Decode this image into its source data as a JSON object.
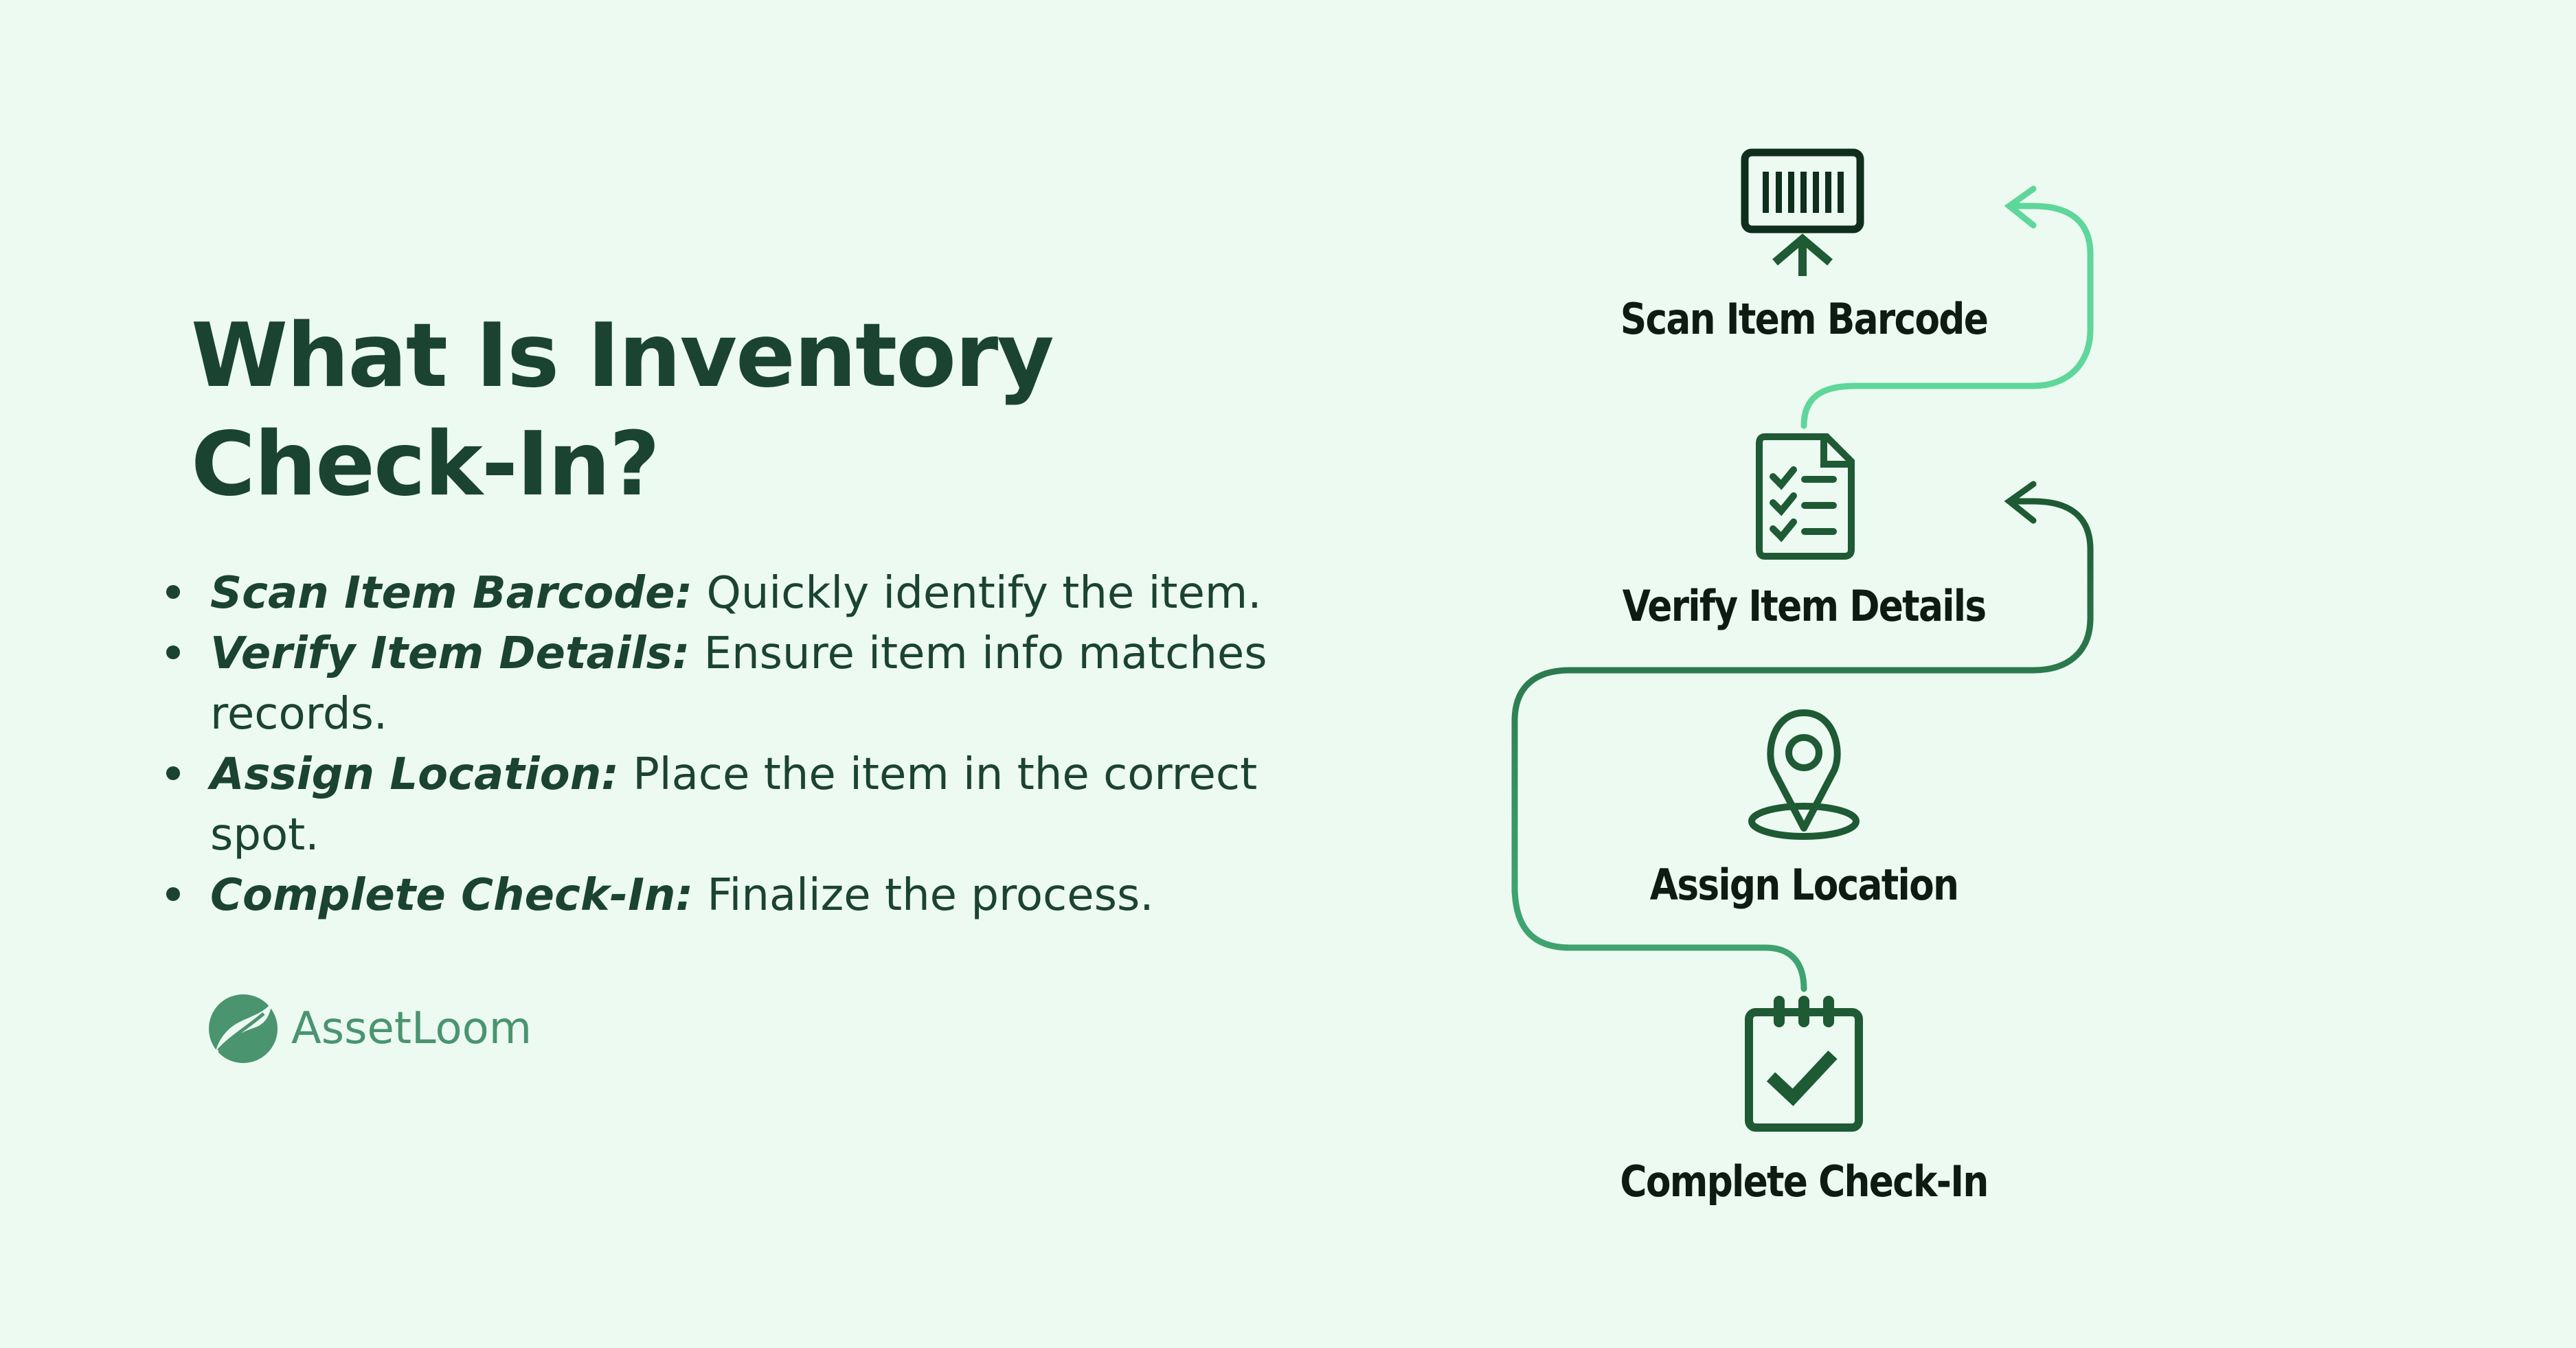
{
  "title": {
    "line1": "What Is Inventory",
    "line2": "Check-In?"
  },
  "bullets": [
    {
      "term": "Scan Item Barcode:",
      "text": " Quickly identify the item."
    },
    {
      "term": "Verify Item Details:",
      "text": " Ensure item info matches records."
    },
    {
      "term": "Assign Location:",
      "text": " Place the item in the correct spot."
    },
    {
      "term": "Complete Check-In:",
      "text": " Finalize the process."
    }
  ],
  "logo": {
    "name": "AssetLoom",
    "icon": "leaf-circle-icon"
  },
  "steps": [
    {
      "label": "Scan Item Barcode",
      "icon": "barcode-scan-icon"
    },
    {
      "label": "Verify Item Details",
      "icon": "checklist-document-icon"
    },
    {
      "label": "Assign Location",
      "icon": "map-pin-icon"
    },
    {
      "label": "Complete Check-In",
      "icon": "checked-notepad-icon"
    }
  ],
  "colors": {
    "background": "#ecfaf2",
    "text_dark": "#1b4332",
    "icon_green": "#1e5a34",
    "connector_light": "#5fd69a",
    "connector_dark": "#1e5a34",
    "connector_mid": "#3ea36f",
    "logo_green": "#4a9470"
  }
}
